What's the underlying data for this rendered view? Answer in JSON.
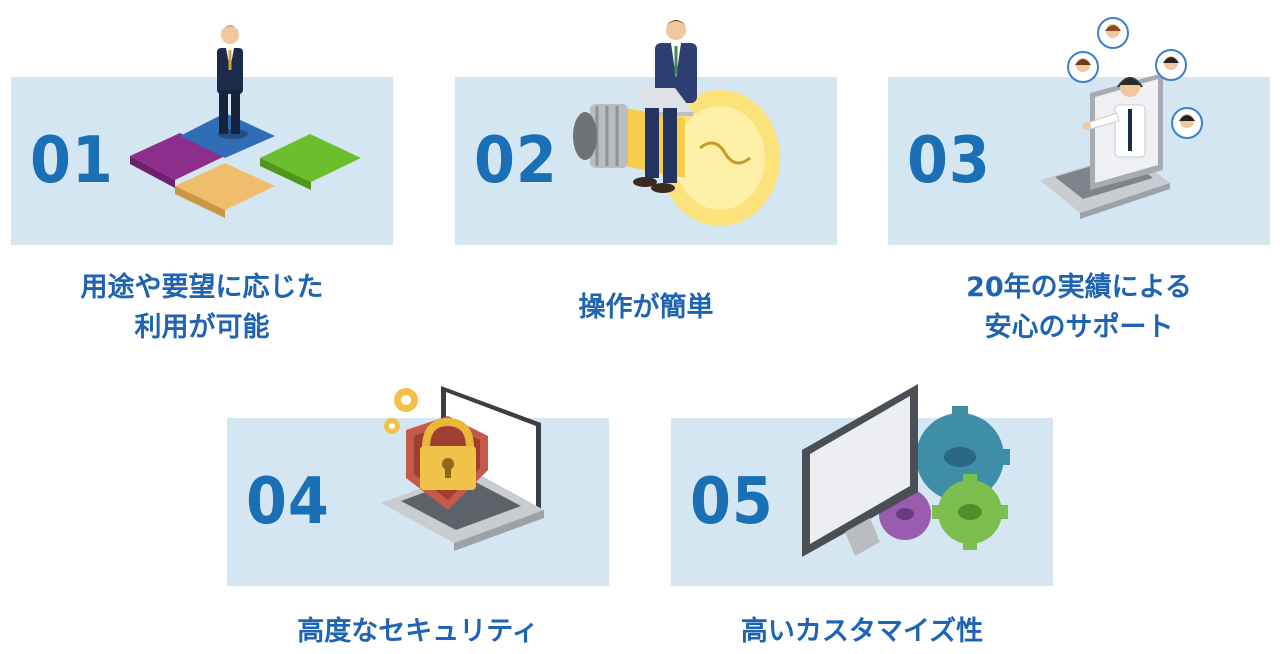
{
  "features": [
    {
      "number": "01",
      "title_line1": "用途や要望に応じた",
      "title_line2": "利用が可能",
      "illustration": "puzzle-businessman-icon"
    },
    {
      "number": "02",
      "title_line1": "操作が簡単",
      "title_line2": "",
      "illustration": "lightbulb-laptop-icon"
    },
    {
      "number": "03",
      "title_line1": "20年の実績による",
      "title_line2": "安心のサポート",
      "illustration": "support-video-call-icon"
    },
    {
      "number": "04",
      "title_line1": "高度なセキュリティ",
      "title_line2": "",
      "illustration": "security-laptop-lock-icon"
    },
    {
      "number": "05",
      "title_line1": "高いカスタマイズ性",
      "title_line2": "",
      "illustration": "monitor-gears-icon"
    }
  ],
  "colors": {
    "panel": "#d5e6f3",
    "number": "#1a6fb5",
    "caption": "#1f64b2"
  }
}
